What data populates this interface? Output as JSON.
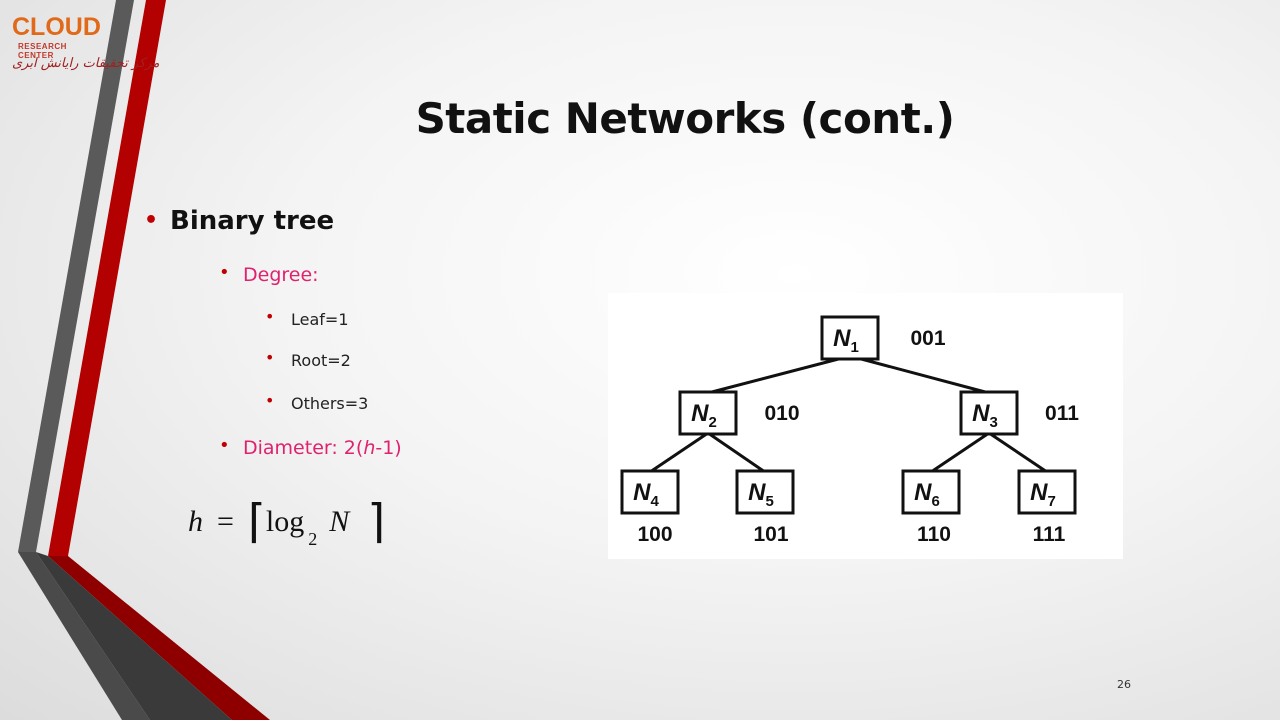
{
  "logo": {
    "word": "CLOUD",
    "subtitle": "RESEARCH CENTER",
    "persian": "مرکز تحقیقات رایانش ابری"
  },
  "title": "Static Networks (cont.)",
  "bullets": {
    "main": "Binary tree",
    "degree": "Degree:",
    "leaf": "Leaf=1",
    "root": "Root=2",
    "others": "Others=3",
    "diameter": "Diameter: 2(h-1)"
  },
  "formula": {
    "lhs": "h",
    "eq": "=",
    "log": "log",
    "base": "2",
    "arg": "N"
  },
  "tree": {
    "nodes": [
      {
        "id": "N1",
        "label": "N",
        "sub": "1",
        "code": "001"
      },
      {
        "id": "N2",
        "label": "N",
        "sub": "2",
        "code": "010"
      },
      {
        "id": "N3",
        "label": "N",
        "sub": "3",
        "code": "011"
      },
      {
        "id": "N4",
        "label": "N",
        "sub": "4",
        "code": "100"
      },
      {
        "id": "N5",
        "label": "N",
        "sub": "5",
        "code": "101"
      },
      {
        "id": "N6",
        "label": "N",
        "sub": "6",
        "code": "110"
      },
      {
        "id": "N7",
        "label": "N",
        "sub": "7",
        "code": "111"
      }
    ],
    "edges": [
      [
        "N1",
        "N2"
      ],
      [
        "N1",
        "N3"
      ],
      [
        "N2",
        "N4"
      ],
      [
        "N2",
        "N5"
      ],
      [
        "N3",
        "N6"
      ],
      [
        "N3",
        "N7"
      ]
    ]
  },
  "page_number": "26",
  "colors": {
    "accent_red": "#b30000",
    "pink_text": "#e0216e",
    "stripe_gray": "#555555"
  }
}
